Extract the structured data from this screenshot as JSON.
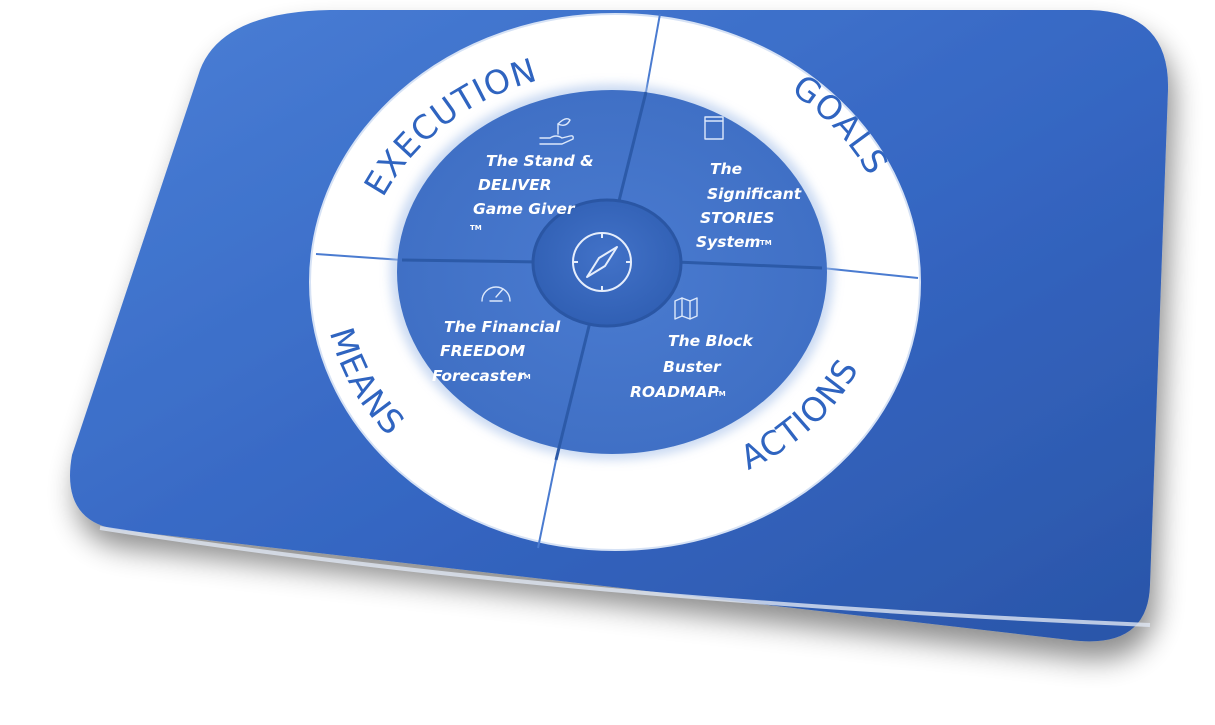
{
  "diagram": {
    "center_icon": "compass-icon",
    "ring_labels": {
      "execution": "EXECUTION",
      "goals": "GOALS",
      "actions": "ACTIONS",
      "means": "MEANS"
    },
    "quadrants": {
      "top_left": {
        "icon": "hand-plant-icon",
        "lines": [
          "The Stand &",
          "DELIVER",
          "Game Giver"
        ],
        "tm": "TM"
      },
      "top_right": {
        "icon": "book-icon",
        "lines": [
          "The",
          "Significant",
          "STORIES",
          "System"
        ],
        "tm": "TM"
      },
      "bottom_left": {
        "icon": "gauge-icon",
        "lines": [
          "The Financial",
          "FREEDOM",
          "Forecaster"
        ],
        "tm": "TM"
      },
      "bottom_right": {
        "icon": "map-icon",
        "lines": [
          "The Block",
          "Buster",
          "ROADMAP"
        ],
        "tm": "TM"
      }
    },
    "colors": {
      "panel": "#3a6cc8",
      "ring": "#ffffff",
      "inner": "#4576cc",
      "text": "#2f64c0"
    }
  }
}
